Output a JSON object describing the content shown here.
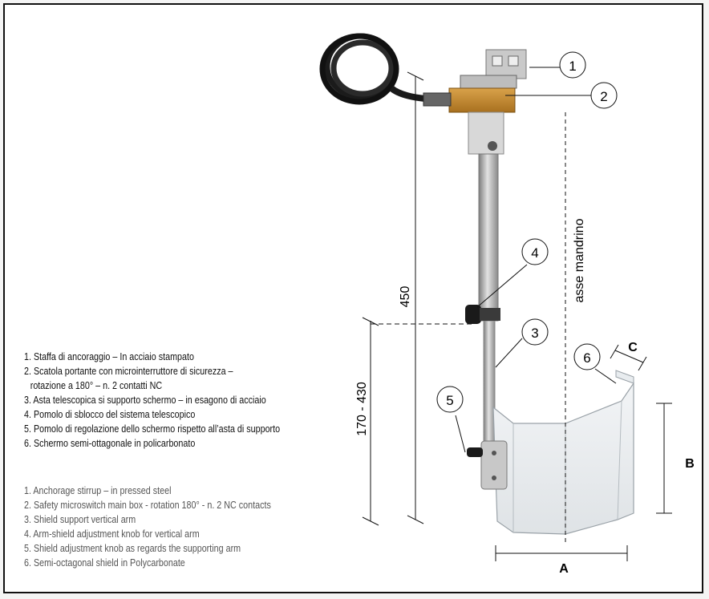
{
  "callouts": [
    "1",
    "2",
    "3",
    "4",
    "5",
    "6"
  ],
  "dimensions": {
    "total_height": "450",
    "adjust_range": "170 - 430",
    "axis_label": "asse mandrino",
    "width_a": "A",
    "height_b": "B",
    "depth_c": "C"
  },
  "legend_it": [
    "1. Staffa di ancoraggio – In acciaio stampato",
    "2. Scatola portante con microinterruttore di sicurezza –",
    "rotazione a 180° – n. 2 contatti NC",
    "3. Asta telescopica si supporto schermo – in esagono di acciaio",
    "4. Pomolo di sblocco del sistema telescopico",
    "5. Pomolo di regolazione dello schermo rispetto all’asta di supporto",
    "6. Schermo semi-ottagonale in policarbonato"
  ],
  "legend_en": [
    "1. Anchorage stirrup – in pressed steel",
    "2. Safety microswitch main box - rotation 180° - n. 2 NC contacts",
    "3. Shield support vertical arm",
    "4. Arm-shield adjustment knob  for vertical arm",
    "5. Shield adjustment knob as regards the supporting arm",
    "6. Semi-octagonal shield in Polycarbonate"
  ]
}
